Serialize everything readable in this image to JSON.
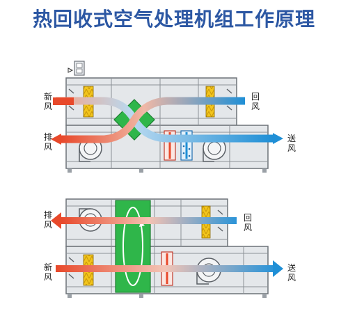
{
  "title": "热回收式空气处理机组工作原理",
  "colors": {
    "title": "#2c57a3",
    "warm": "#e8492b",
    "cool": "#1f8fd6",
    "cabinet_fill": "#e4e7ea",
    "cabinet_stroke": "#6d7278",
    "exchanger": "#2fb64a",
    "filter": "#f2c51c"
  },
  "upper_unit": {
    "labels": {
      "fresh_air": "新风",
      "return_air": "回风",
      "exhaust_air": "排风",
      "supply_air": "送风"
    }
  },
  "lower_unit": {
    "labels": {
      "exhaust_air": "排风",
      "return_air": "回风",
      "fresh_air": "新风",
      "supply_air": "送风"
    }
  }
}
